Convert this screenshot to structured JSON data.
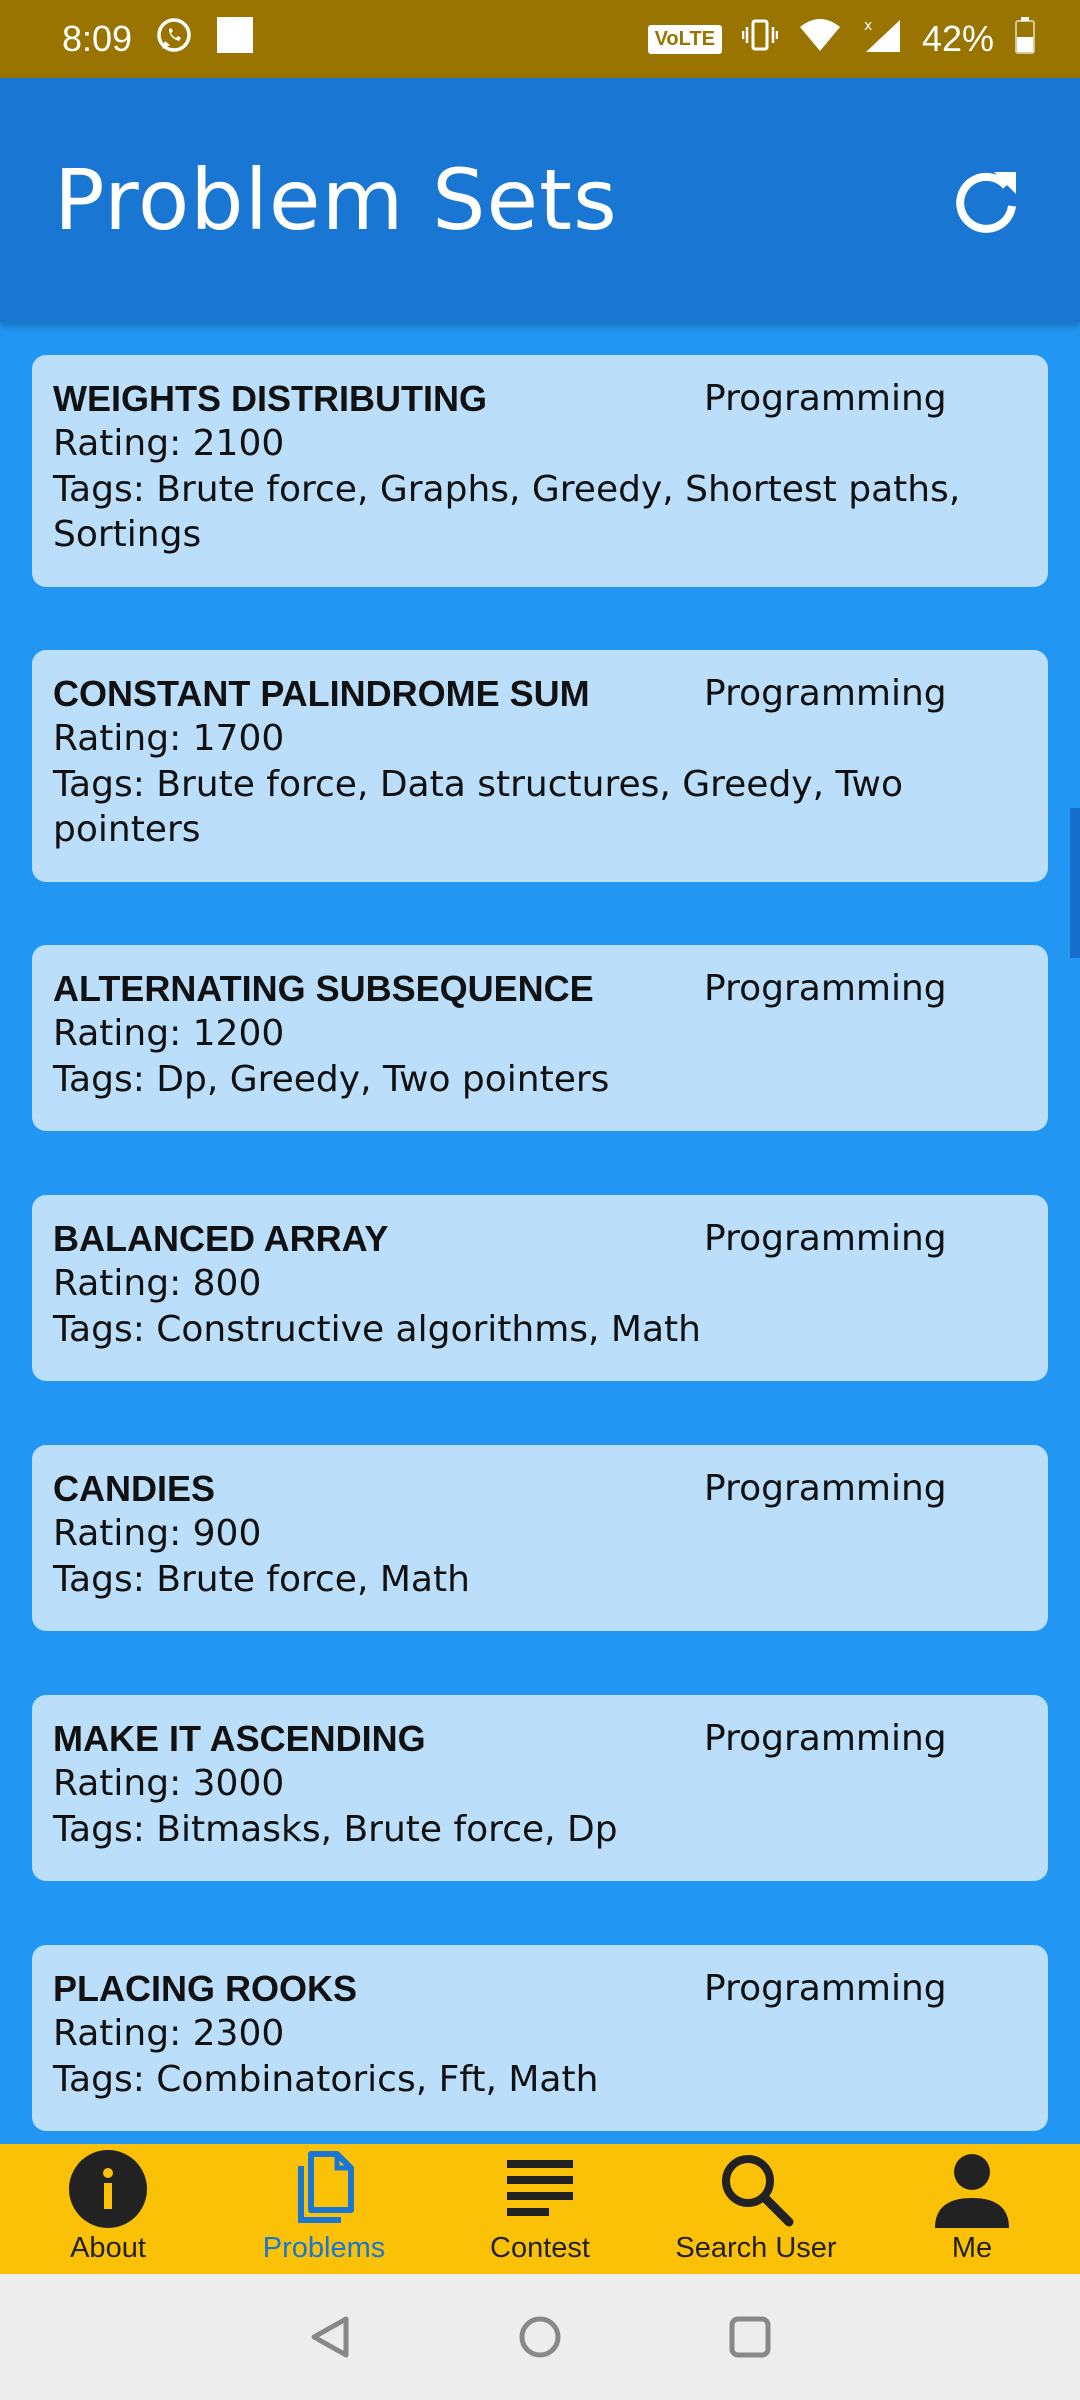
{
  "status_bar": {
    "time": "8:09",
    "volte": "VoLTE",
    "battery": "42%",
    "icons": [
      "whatsapp-icon",
      "notification-square-icon",
      "vibrate-icon",
      "wifi-icon",
      "signal-icon",
      "battery-icon"
    ]
  },
  "app_bar": {
    "title": "Problem Sets",
    "refresh_icon": "refresh-icon"
  },
  "problems": [
    {
      "name": "WEIGHTS DISTRIBUTING",
      "type": "Programming",
      "rating": "Rating: 2100",
      "tags_line1": "Tags: Brute force, Graphs, Greedy, Shortest paths,",
      "tags_line2": "Sortings"
    },
    {
      "name": "CONSTANT PALINDROME SUM",
      "type": "Programming",
      "rating": "Rating: 1700",
      "tags_line1": "Tags: Brute force, Data structures, Greedy, Two",
      "tags_line2": "pointers"
    },
    {
      "name": "ALTERNATING SUBSEQUENCE",
      "type": "Programming",
      "rating": "Rating: 1200",
      "tags_line1": "Tags: Dp, Greedy, Two pointers",
      "tags_line2": ""
    },
    {
      "name": "BALANCED ARRAY",
      "type": "Programming",
      "rating": "Rating: 800",
      "tags_line1": "Tags: Constructive algorithms, Math",
      "tags_line2": ""
    },
    {
      "name": "CANDIES",
      "type": "Programming",
      "rating": "Rating: 900",
      "tags_line1": "Tags: Brute force, Math",
      "tags_line2": ""
    },
    {
      "name": "MAKE IT ASCENDING",
      "type": "Programming",
      "rating": "Rating: 3000",
      "tags_line1": "Tags: Bitmasks, Brute force, Dp",
      "tags_line2": ""
    },
    {
      "name": "PLACING ROOKS",
      "type": "Programming",
      "rating": "Rating: 2300",
      "tags_line1": "Tags: Combinatorics, Fft, Math",
      "tags_line2": ""
    }
  ],
  "bottom_nav": {
    "items": [
      {
        "label": "About",
        "icon": "info-icon"
      },
      {
        "label": "Problems",
        "icon": "documents-icon",
        "active": true
      },
      {
        "label": "Contest",
        "icon": "list-lines-icon"
      },
      {
        "label": "Search User",
        "icon": "search-icon"
      },
      {
        "label": "Me",
        "icon": "person-icon"
      }
    ]
  },
  "colors": {
    "status_bar": "#9A7400",
    "app_bar": "#1976D2",
    "background": "#2196F3",
    "card": "#BBDEFB",
    "bottom_nav": "#FBC107",
    "active": "#1976D2"
  }
}
